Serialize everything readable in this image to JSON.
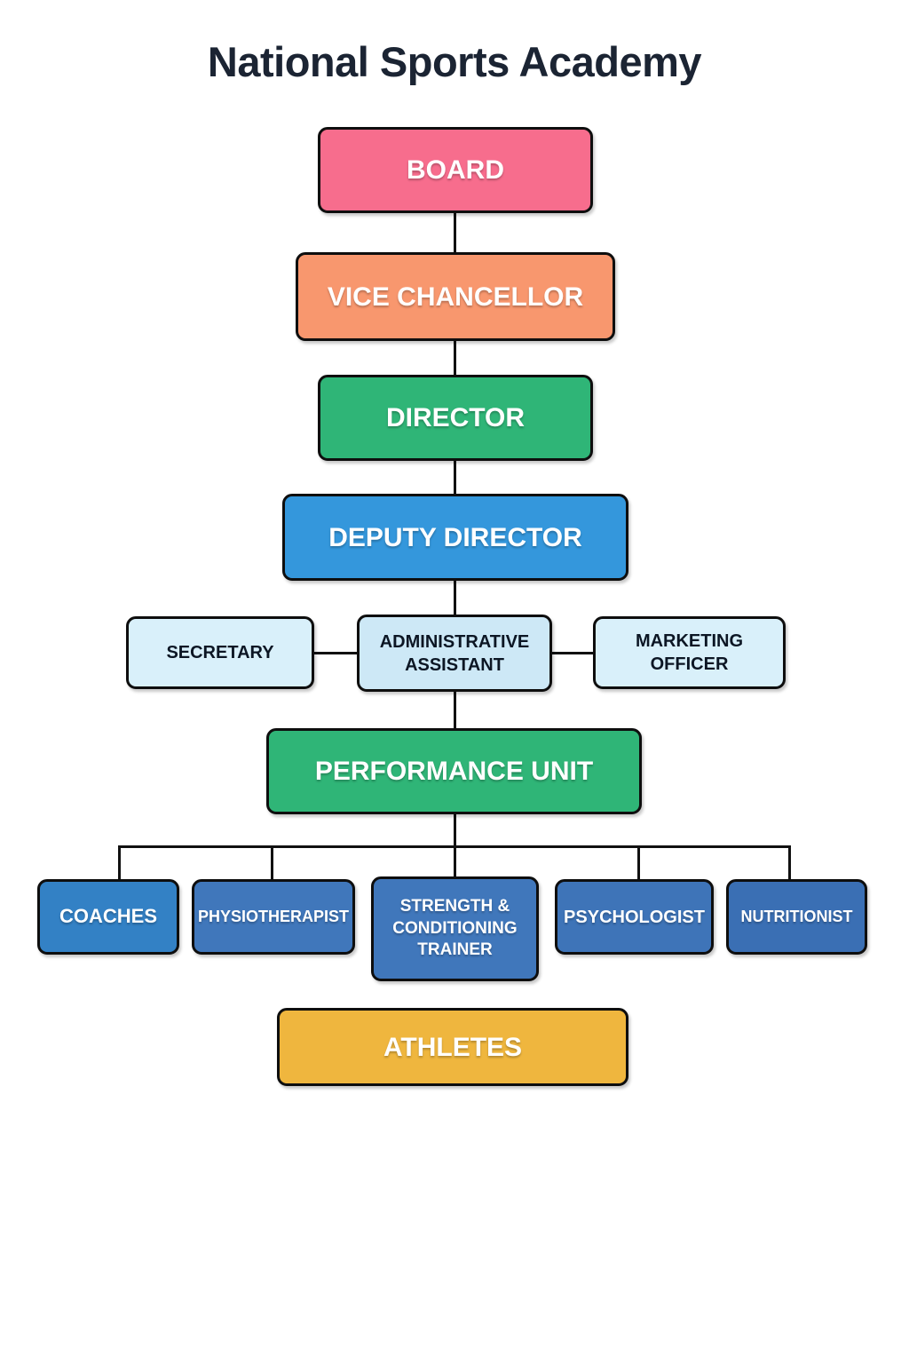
{
  "org": {
    "title": "National Sports Academy",
    "nodes": {
      "board": {
        "label": "BOARD",
        "color": "#F76D8D",
        "text_color": "#FFFFFF",
        "level": 1
      },
      "vice_chancellor": {
        "label": "VICE CHANCELLOR",
        "color": "#F8976E",
        "text_color": "#FFFFFF",
        "level": 2
      },
      "director": {
        "label": "DIRECTOR",
        "color": "#2FB577",
        "text_color": "#FFFFFF",
        "level": 3
      },
      "deputy_director": {
        "label": "DEPUTY DIRECTOR",
        "color": "#3497DC",
        "text_color": "#FFFFFF",
        "level": 4
      },
      "secretary": {
        "label": "SECRETARY",
        "color": "#D9F0FA",
        "text_color": "#0C1624",
        "level": 5
      },
      "administrative_assistant": {
        "label": "ADMINISTRATIVE ASSISTANT",
        "color": "#CDE8F6",
        "text_color": "#0C1624",
        "level": 5
      },
      "marketing_officer": {
        "label": "MARKETING OFFICER",
        "color": "#D9F0FA",
        "text_color": "#0C1624",
        "level": 5
      },
      "performance_unit": {
        "label": "PERFORMANCE UNIT",
        "color": "#2FB577",
        "text_color": "#FFFFFF",
        "level": 6
      },
      "coaches": {
        "label": "COACHES",
        "color": "#3381C5",
        "text_color": "#FFFFFF",
        "level": 7
      },
      "physiotherapist": {
        "label": "PHYSIOTHERAPIST",
        "color": "#4077BB",
        "text_color": "#FFFFFF",
        "level": 7
      },
      "strength_conditioning_trainer": {
        "label": "STRENGTH & CONDITIONING TRAINER",
        "color": "#4077BB",
        "text_color": "#FFFFFF",
        "level": 7
      },
      "psychologist": {
        "label": "PSYCHOLOGIST",
        "color": "#3E74B8",
        "text_color": "#FFFFFF",
        "level": 7
      },
      "nutritionist": {
        "label": "NUTRITIONIST",
        "color": "#3A6FB4",
        "text_color": "#FFFFFF",
        "level": 7
      },
      "athletes": {
        "label": "ATHLETES",
        "color": "#EFB63E",
        "text_color": "#FFFFFF",
        "level": 8
      }
    },
    "edges": [
      {
        "from": "board",
        "to": "vice_chancellor"
      },
      {
        "from": "vice_chancellor",
        "to": "director"
      },
      {
        "from": "director",
        "to": "deputy_director"
      },
      {
        "from": "deputy_director",
        "to": "administrative_assistant"
      },
      {
        "from": "administrative_assistant",
        "to": "secretary"
      },
      {
        "from": "administrative_assistant",
        "to": "marketing_officer"
      },
      {
        "from": "administrative_assistant",
        "to": "performance_unit"
      },
      {
        "from": "performance_unit",
        "to": "coaches"
      },
      {
        "from": "performance_unit",
        "to": "physiotherapist"
      },
      {
        "from": "performance_unit",
        "to": "strength_conditioning_trainer"
      },
      {
        "from": "performance_unit",
        "to": "psychologist"
      },
      {
        "from": "performance_unit",
        "to": "nutritionist"
      }
    ],
    "line_color": "#111111",
    "background_color": "#FFFFFF"
  }
}
